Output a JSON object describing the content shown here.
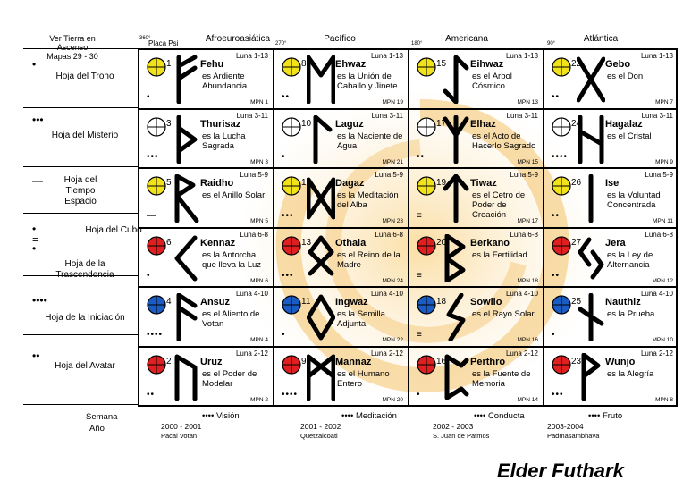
{
  "header": {
    "top_left_line1": "Ver Tierra en Ascenso",
    "top_left_line2": "Mapas 29 - 30",
    "placa": "Placa Psi",
    "zones": [
      "Afroeuroasiática",
      "Pacífico",
      "Americana",
      "Atlántica"
    ],
    "degrees": [
      "360°",
      "270°",
      "180°",
      "90°"
    ]
  },
  "rows": [
    {
      "label": "Hoja del Trono",
      "dots": "•"
    },
    {
      "label": "Hoja del  Misterio",
      "dots": "•••"
    },
    {
      "label": "Hoja del Tiempo Espacio",
      "dots": "—"
    },
    {
      "label": "Hoja del Cubo",
      "dots": "•\n="
    },
    {
      "label": "Hoja de la Trascendencia",
      "dots": "•"
    },
    {
      "label": "Hoja de la Iniciación",
      "dots": "••••"
    },
    {
      "label": "Hoja del Avatar",
      "dots": "••"
    }
  ],
  "cells": [
    [
      {
        "num": "1",
        "name": "Fehu",
        "moon": "Luna 1-13",
        "desc": "es Ardiente Abundancia",
        "mpn": "MPN 1",
        "color": "#f2e21a",
        "dots": "•"
      },
      {
        "num": "8",
        "name": "Ehwaz",
        "moon": "Luna 1-13",
        "desc": "es la Unión de Caballo y Jinete",
        "mpn": "MPN 19",
        "color": "#f2e21a",
        "dots": "••"
      },
      {
        "num": "15",
        "name": "Eihwaz",
        "moon": "Luna 1-13",
        "desc": "es el Árbol Cósmico",
        "mpn": "MPN 13",
        "color": "#f2e21a",
        "dots": ""
      },
      {
        "num": "22",
        "name": "Gebo",
        "moon": "Luna 1-13",
        "desc": "es el Don",
        "mpn": "MPN 7",
        "color": "#f2e21a",
        "dots": "••"
      }
    ],
    [
      {
        "num": "3",
        "name": "Thurisaz",
        "moon": "Luna 3-11",
        "desc": "es la Lucha Sagrada",
        "mpn": "MPN 3",
        "color": "#ffffff",
        "dots": "•••"
      },
      {
        "num": "10",
        "name": "Laguz",
        "moon": "Luna 3-11",
        "desc": "es la Naciente de Agua",
        "mpn": "MPN 21",
        "color": "#ffffff",
        "dots": "•"
      },
      {
        "num": "17",
        "name": "Elhaz",
        "moon": "Luna 3-11",
        "desc": "es el Acto de Hacerlo Sagrado",
        "mpn": "MPN 15",
        "color": "#ffffff",
        "dots": "••"
      },
      {
        "num": "24",
        "name": "Hagalaz",
        "moon": "Luna 3-11",
        "desc": "es el Cristal",
        "mpn": "MPN 9",
        "color": "#ffffff",
        "dots": "••••"
      }
    ],
    [
      {
        "num": "5",
        "name": "Raidho",
        "moon": "Luna 5-9",
        "desc": "es el Anillo Solar",
        "mpn": "MPN 5",
        "color": "#f2e21a",
        "dots": "—"
      },
      {
        "num": "12",
        "name": "Dagaz",
        "moon": "Luna 5-9",
        "desc": "es la Meditación del Alba",
        "mpn": "MPN 23",
        "color": "#f2e21a",
        "dots": "•••"
      },
      {
        "num": "19",
        "name": "Tiwaz",
        "moon": "Luna 5-9",
        "desc": "es el Cetro de Poder de Creación",
        "mpn": "MPN 17",
        "color": "#f2e21a",
        "dots": "≡"
      },
      {
        "num": "26",
        "name": "Ise",
        "moon": "Luna 5-9",
        "desc": "es la Voluntad Concentrada",
        "mpn": "MPN 11",
        "color": "#f2e21a",
        "dots": "••"
      }
    ],
    [
      {
        "num": "6",
        "name": "Kennaz",
        "moon": "Luna 6-8",
        "desc": "es la Antorcha que lleva la Luz",
        "mpn": "MPN 6",
        "color": "#e02020",
        "dots": "•"
      },
      {
        "num": "13",
        "name": "Othala",
        "moon": "Luna 6-8",
        "desc": "es el Reino de la Madre",
        "mpn": "MPN 24",
        "color": "#e02020",
        "dots": "•••"
      },
      {
        "num": "20",
        "name": "Berkano",
        "moon": "Luna 6-8",
        "desc": "es la Fertilidad",
        "mpn": "MPN 18",
        "color": "#e02020",
        "dots": "≡"
      },
      {
        "num": "27",
        "name": "Jera",
        "moon": "Luna 6-8",
        "desc": "es la Ley de Alternancia",
        "mpn": "MPN 12",
        "color": "#e02020",
        "dots": "••"
      }
    ],
    [
      {
        "num": "4",
        "name": "Ansuz",
        "moon": "Luna 4-10",
        "desc": "es el Aliento de Votan",
        "mpn": "MPN 4",
        "color": "#1a5bc4",
        "dots": "••••"
      },
      {
        "num": "11",
        "name": "Ingwaz",
        "moon": "Luna 4-10",
        "desc": "es la Semilla Adjunta",
        "mpn": "MPN 22",
        "color": "#1a5bc4",
        "dots": "•"
      },
      {
        "num": "18",
        "name": "Sowilo",
        "moon": "Luna 4-10",
        "desc": "es el Rayo Solar",
        "mpn": "MPN 16",
        "color": "#1a5bc4",
        "dots": "≡"
      },
      {
        "num": "25",
        "name": "Nauthiz",
        "moon": "Luna 4-10",
        "desc": "es la Prueba",
        "mpn": "MPN 10",
        "color": "#1a5bc4",
        "dots": "•"
      }
    ],
    [
      {
        "num": "2",
        "name": "Uruz",
        "moon": "Luna 2-12",
        "desc": "es el Poder de Modelar",
        "mpn": "MPN 2",
        "color": "#e02020",
        "dots": "••"
      },
      {
        "num": "9",
        "name": "Mannaz",
        "moon": "Luna 2-12",
        "desc": "es el Humano Entero",
        "mpn": "MPN 20",
        "color": "#e02020",
        "dots": "••••"
      },
      {
        "num": "16",
        "name": "Perthro",
        "moon": "Luna 2-12",
        "desc": "es la Fuente de Memoria",
        "mpn": "MPN 14",
        "color": "#e02020",
        "dots": "•"
      },
      {
        "num": "23",
        "name": "Wunjo",
        "moon": "Luna 2-12",
        "desc": "es la Alegría",
        "mpn": "MPN 8",
        "color": "#e02020",
        "dots": "•••"
      }
    ]
  ],
  "footer": {
    "semana": "Semana",
    "anio": "Año",
    "cols": [
      {
        "label": "Visión",
        "years": "2000 - 2001",
        "person": "Pacal Votan"
      },
      {
        "label": "Meditación",
        "years": "2001 - 2002",
        "person": "Quetzalcoatl"
      },
      {
        "label": "Conducta",
        "years": "2002 - 2003",
        "person": "S. Juan de Patmos"
      },
      {
        "label": "Fruto",
        "years": "2003-2004",
        "person": "Padmasambhava"
      }
    ]
  },
  "title": "Elder Futhark",
  "colors": {
    "yellow": "#f2e21a",
    "red": "#e02020",
    "blue": "#1a5bc4",
    "glow": "#f4b23a"
  }
}
